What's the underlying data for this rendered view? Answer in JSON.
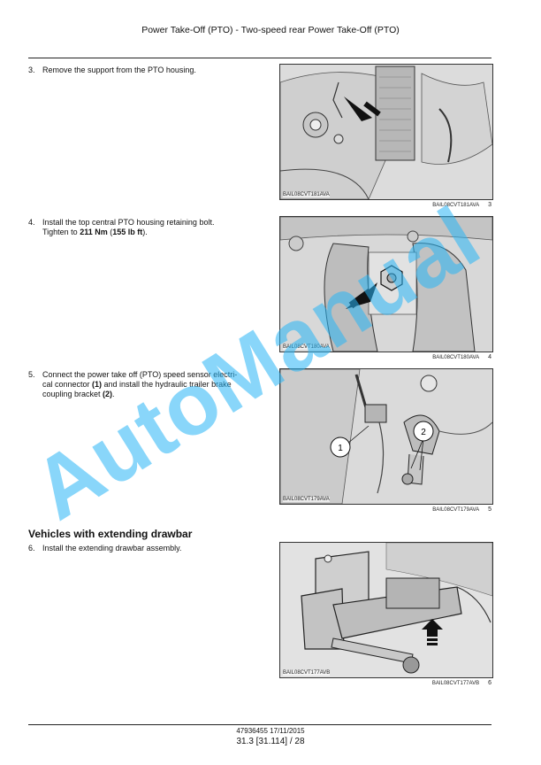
{
  "header": {
    "title": "Power Take-Off (PTO) - Two-speed rear Power Take-Off (PTO)"
  },
  "steps": [
    {
      "number": "3.",
      "line1": "Remove the support from the PTO housing.",
      "line2": ""
    },
    {
      "number": "4.",
      "line1": "Install the top central PTO housing retaining bolt.",
      "line2_a": "Tighten to ",
      "line2_b": "211 Nm",
      "line2_c": " (",
      "line2_d": "155 lb ft",
      "line2_e": ")."
    },
    {
      "number": "5.",
      "line1": "Connect the power take off (PTO) speed sensor electri-",
      "line2_a": "cal connector ",
      "line2_b": "(1)",
      "line2_c": " and install the hydraulic trailer brake",
      "line3_a": "coupling bracket ",
      "line3_b": "(2)",
      "line3_c": "."
    },
    {
      "number": "6.",
      "line1": "Install the extending drawbar assembly."
    }
  ],
  "section": {
    "heading": "Vehicles with extending drawbar"
  },
  "figures": [
    {
      "ref": "BAIL08CVT181AVA",
      "caption": "BAIL08CVT181AVA",
      "number": "3"
    },
    {
      "ref": "BAIL08CVT180AVA",
      "caption": "BAIL08CVT180AVA",
      "number": "4"
    },
    {
      "ref": "BAIL08CVT179AVA",
      "caption": "BAIL08CVT179AVA",
      "number": "5",
      "callout1": "1",
      "callout2": "2"
    },
    {
      "ref": "BAIL08CVT177AVB",
      "caption": "BAIL08CVT177AVB",
      "number": "6"
    }
  ],
  "watermark": {
    "text": "AutoManual"
  },
  "footer": {
    "doc": "47936455 17/11/2015",
    "page": "31.3 [31.114] / 28"
  }
}
